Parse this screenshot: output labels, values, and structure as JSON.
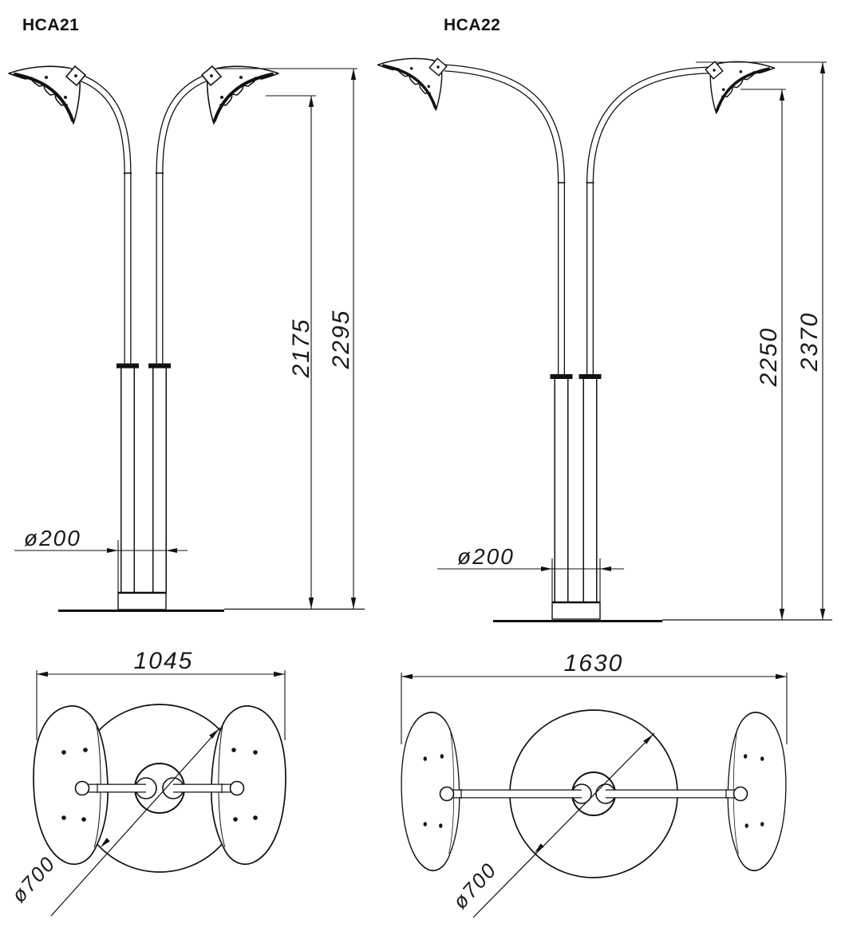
{
  "page": {
    "background": "#ffffff",
    "line_color": "#111111"
  },
  "drawings": {
    "hca21": {
      "title": "HCA21",
      "elevation": {
        "luminaire_height": "2175",
        "total_height": "2295",
        "base_diameter": "ø200"
      },
      "plan": {
        "overall_width": "1045",
        "base_plate_diameter": "ø700"
      }
    },
    "hca22": {
      "title": "HCA22",
      "elevation": {
        "luminaire_height": "2250",
        "total_height": "2370",
        "base_diameter": "ø200"
      },
      "plan": {
        "overall_width": "1630",
        "base_plate_diameter": "ø700"
      }
    }
  }
}
